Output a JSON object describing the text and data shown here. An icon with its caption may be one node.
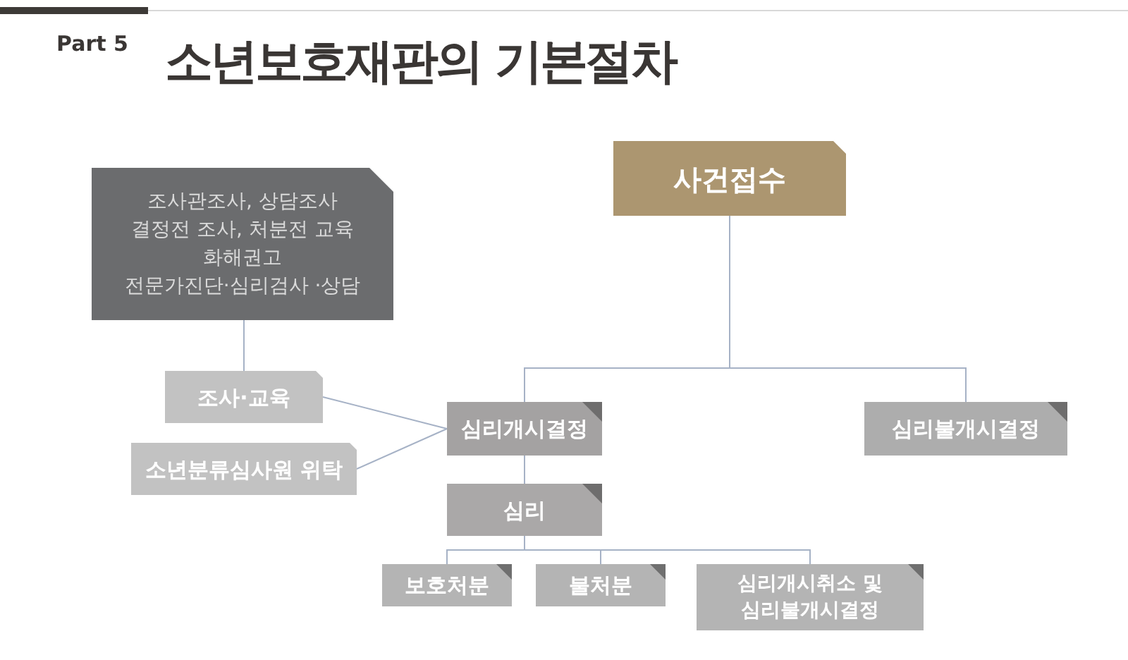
{
  "diagram": {
    "title": "소년보호재판의 기본절차",
    "nodes": [
      {
        "text": [
          "사건접수"
        ]
      },
      {
        "text": [
          "조사관조사, 상담조사",
          "결정전 조사, 처분전 교육",
          "화해권고",
          "전문가진단·심리검사 ·상담"
        ]
      },
      {
        "text": [
          "조사·교육"
        ]
      },
      {
        "text": [
          "소년분류심사원 위탁"
        ]
      },
      {
        "text": [
          "심리개시결정"
        ]
      },
      {
        "text": [
          "심리불개시결정"
        ]
      },
      {
        "text": [
          "심리"
        ]
      },
      {
        "text": [
          "보호처분"
        ]
      },
      {
        "text": [
          "불처분"
        ]
      },
      {
        "text": [
          "심리개시취소 및 심리불개시결정"
        ]
      }
    ],
    "edges": [
      {
        "from": 0,
        "to": 4,
        "arrow": "none"
      },
      {
        "from": 0,
        "to": 5,
        "arrow": "none"
      },
      {
        "from": 1,
        "to": 2,
        "arrow": "none"
      },
      {
        "from": 2,
        "to": 4,
        "arrow": "none"
      },
      {
        "from": 3,
        "to": 4,
        "arrow": "none"
      },
      {
        "from": 4,
        "to": 6,
        "arrow": "none"
      },
      {
        "from": 6,
        "to": 7,
        "arrow": "none"
      },
      {
        "from": 6,
        "to": 8,
        "arrow": "none"
      },
      {
        "from": 6,
        "to": 9,
        "arrow": "none"
      }
    ],
    "labels": [
      "Part 5"
    ]
  }
}
